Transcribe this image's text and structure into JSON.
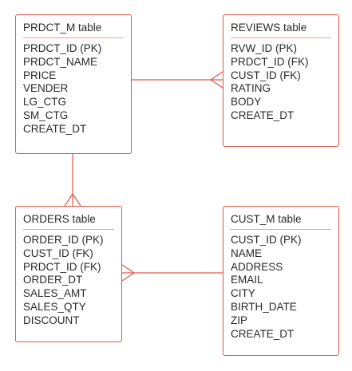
{
  "entities": {
    "prdct_m": {
      "title": "PRDCT_M table",
      "fields": [
        "PRDCT_ID (PK)",
        "PRDCT_NAME",
        "PRICE",
        "VENDER",
        "LG_CTG",
        "SM_CTG",
        "CREATE_DT"
      ]
    },
    "reviews": {
      "title": "REVIEWS table",
      "fields": [
        "RVW_ID (PK)",
        "PRDCT_ID (FK)",
        "CUST_ID (FK)",
        "RATING",
        "BODY",
        "CREATE_DT"
      ]
    },
    "orders": {
      "title": "ORDERS table",
      "fields": [
        "ORDER_ID (PK)",
        "CUST_ID (FK)",
        "PRDCT_ID (FK)",
        "ORDER_DT",
        "SALES_AMT",
        "SALES_QTY",
        "DISCOUNT"
      ]
    },
    "cust_m": {
      "title": "CUST_M table",
      "fields": [
        "CUST_ID (PK)",
        "NAME",
        "ADDRESS",
        "EMAIL",
        "CITY",
        "BIRTH_DATE",
        "ZIP",
        "CREATE_DT"
      ]
    }
  },
  "relationships": [
    {
      "from": "prdct_m",
      "to": "reviews",
      "from_cardinality": "one",
      "to_cardinality": "many"
    },
    {
      "from": "prdct_m",
      "to": "orders",
      "from_cardinality": "one",
      "to_cardinality": "many"
    },
    {
      "from": "cust_m",
      "to": "orders",
      "from_cardinality": "one",
      "to_cardinality": "many"
    }
  ],
  "colors": {
    "line": "#e0574a",
    "divider": "#e7a39d",
    "text": "#2a2a2a",
    "background": "#ffffff"
  }
}
